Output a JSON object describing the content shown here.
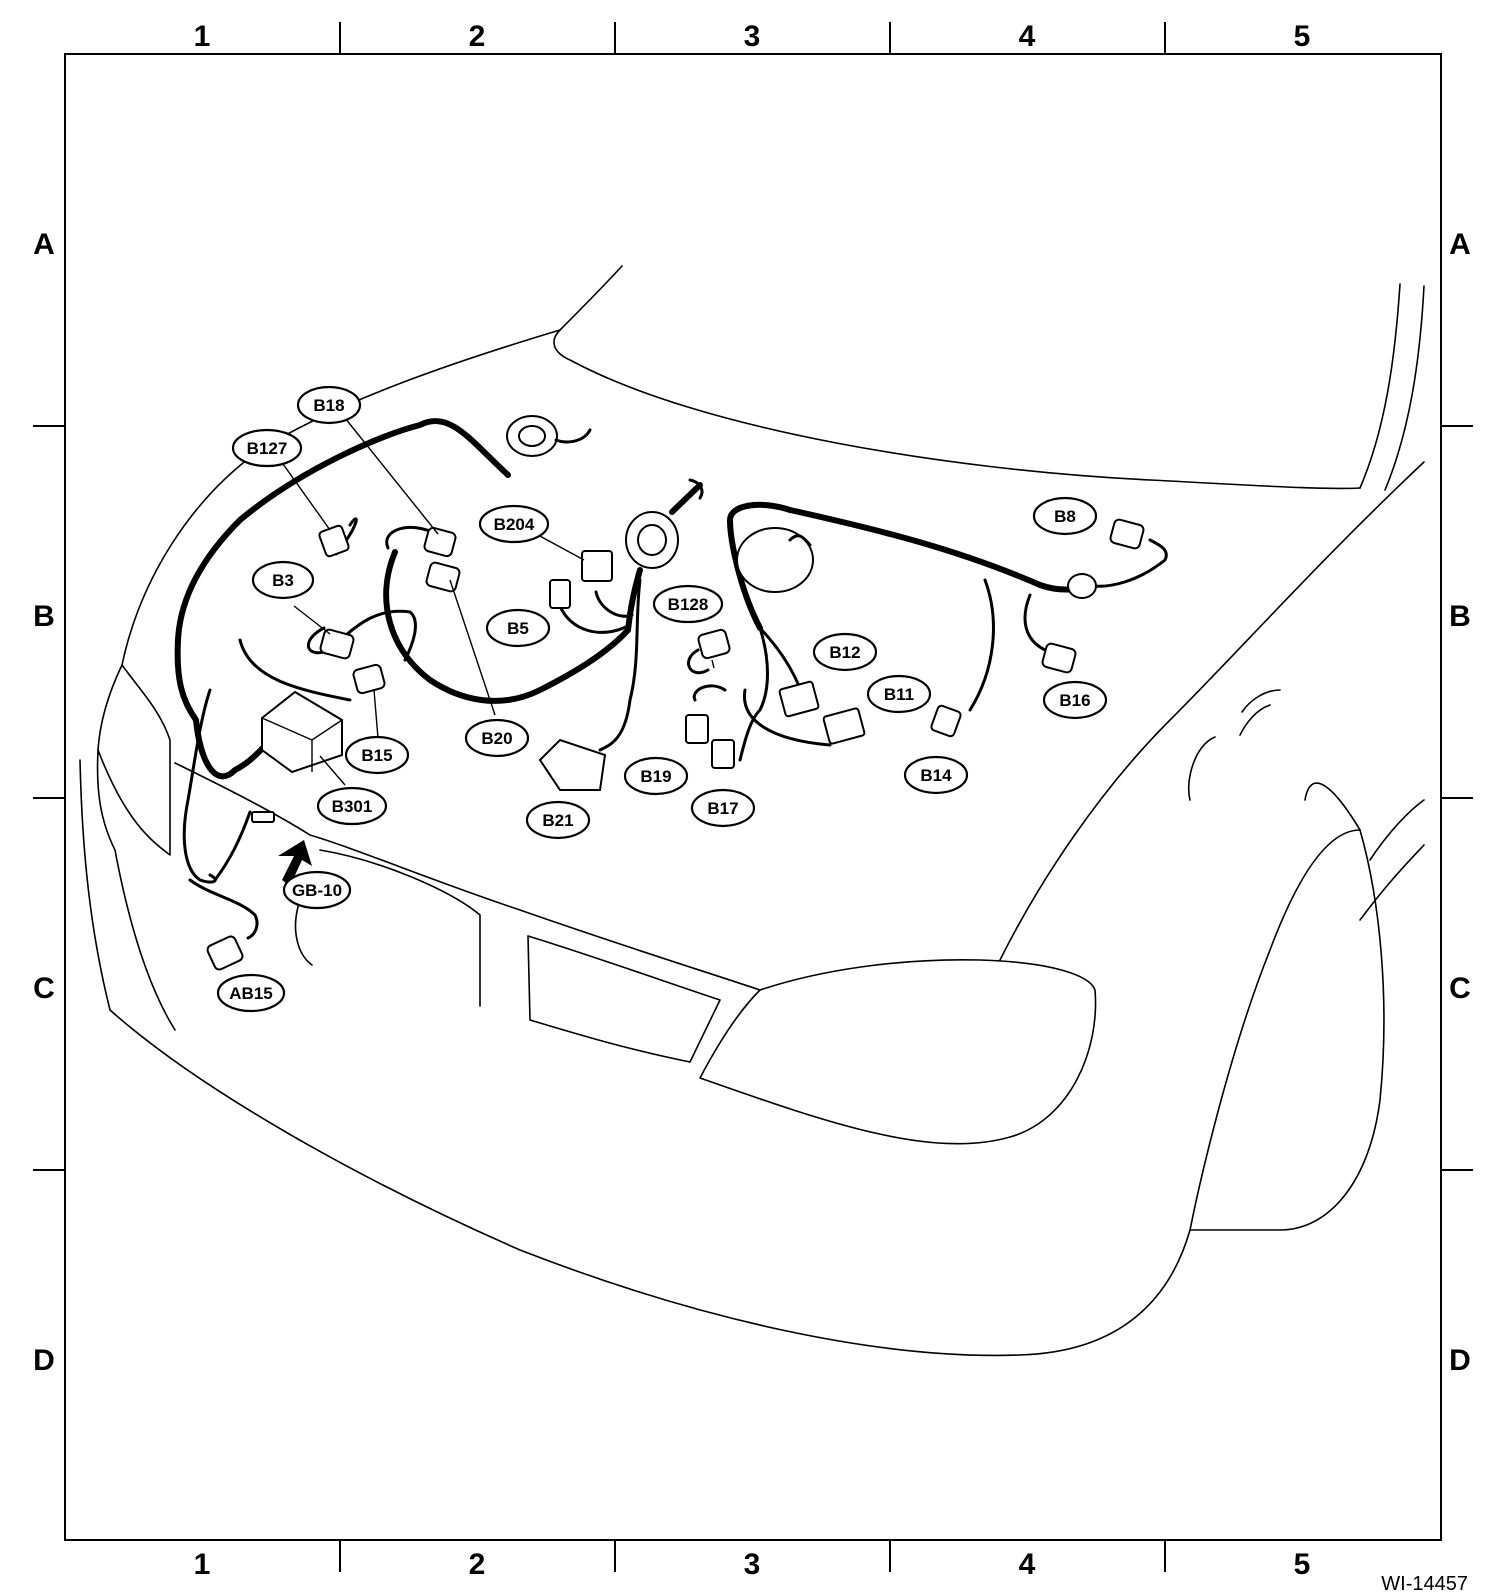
{
  "figure_id": "WI-14457",
  "grid": {
    "columns": [
      "1",
      "2",
      "3",
      "4",
      "5"
    ],
    "rows": [
      "A",
      "B",
      "C",
      "D"
    ]
  },
  "callouts": [
    {
      "id": "B18",
      "label": "B18"
    },
    {
      "id": "B127",
      "label": "B127"
    },
    {
      "id": "B3",
      "label": "B3"
    },
    {
      "id": "B15",
      "label": "B15"
    },
    {
      "id": "B301",
      "label": "B301"
    },
    {
      "id": "B20",
      "label": "B20"
    },
    {
      "id": "B204",
      "label": "B204"
    },
    {
      "id": "B5",
      "label": "B5"
    },
    {
      "id": "B21",
      "label": "B21"
    },
    {
      "id": "B128",
      "label": "B128"
    },
    {
      "id": "B19",
      "label": "B19"
    },
    {
      "id": "B17",
      "label": "B17"
    },
    {
      "id": "B12",
      "label": "B12"
    },
    {
      "id": "B11",
      "label": "B11"
    },
    {
      "id": "B14",
      "label": "B14"
    },
    {
      "id": "B8",
      "label": "B8"
    },
    {
      "id": "B16",
      "label": "B16"
    },
    {
      "id": "GB10",
      "label": "GB-10"
    },
    {
      "id": "AB15",
      "label": "AB15"
    }
  ]
}
